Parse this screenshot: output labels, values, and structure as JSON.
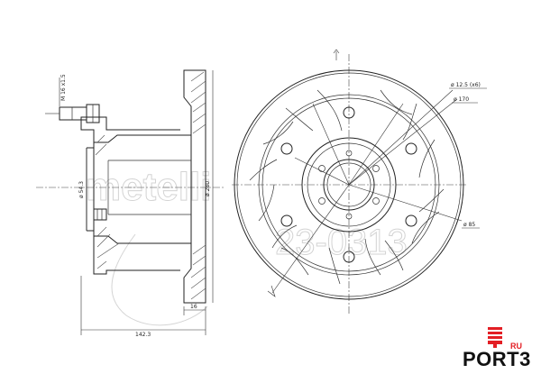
{
  "dimensions": {
    "bolt_thread": "M 16 x1.5",
    "center_bore": "ø 54.3",
    "outer_diameter": "ø 280",
    "hole_diameter": "ø 12.5 (x6)",
    "bolt_circle": "ø 170",
    "hub_diameter": "ø 85",
    "disc_thickness": "16",
    "overall_height": "142.3"
  },
  "watermark": {
    "brand": "metelli",
    "code": "23-0313"
  },
  "logo": {
    "name": "PORT3",
    "suffix": "RU",
    "colors": {
      "accent": "#e31e24",
      "text": "#111111"
    }
  }
}
